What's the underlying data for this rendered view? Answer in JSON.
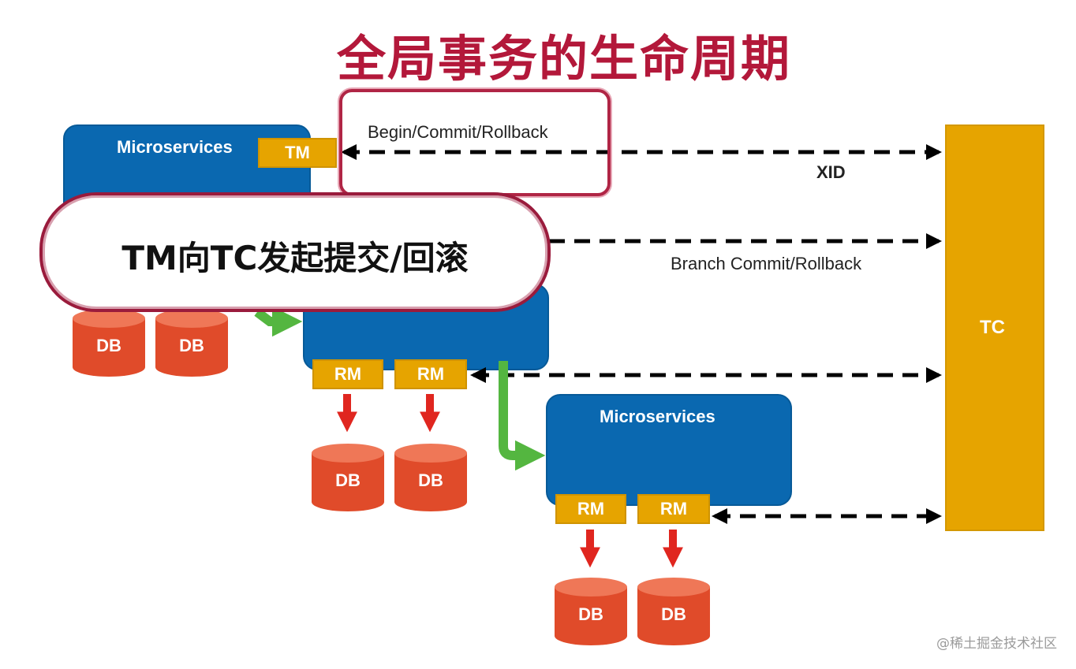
{
  "title": "全局事务的生命周期",
  "microservices_label": "Microservices",
  "tm_label": "TM",
  "rm_label": "RM",
  "db_label": "DB",
  "tc_label": "TC",
  "edges": {
    "begin_commit_rollback": "Begin/Commit/Rollback",
    "xid": "XID",
    "branch_commit_rollback": "Branch Commit/Rollback"
  },
  "callout": "TM向TC发起提交/回滚",
  "watermark": "@稀土掘金技术社区",
  "colors": {
    "title": "#b3183a",
    "microservices": "#0a68b0",
    "tag": "#e6a400",
    "db": "#e04b2a",
    "call_arrow": "#54b640",
    "data_arrow": "#e0261f",
    "highlight": "#b02545"
  }
}
